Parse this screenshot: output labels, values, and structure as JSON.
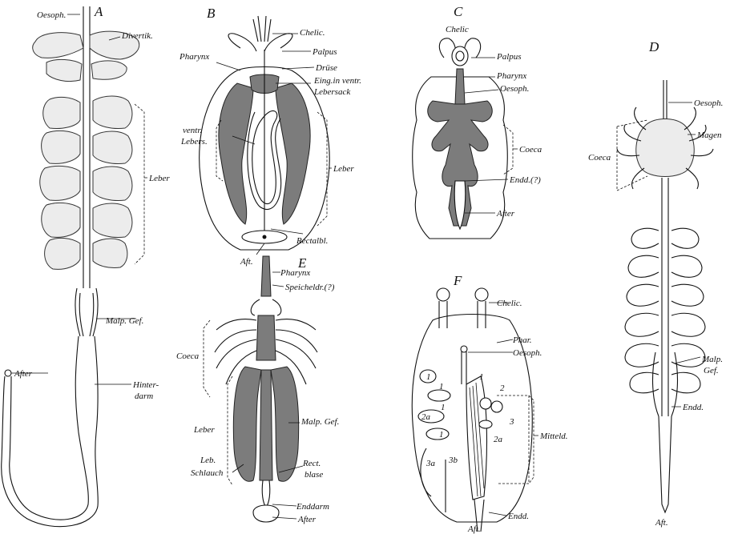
{
  "panels": {
    "A": {
      "letter": "A",
      "labels": {
        "oesoph": "Oesoph.",
        "divertik": "Divertik.",
        "leber": "Leber",
        "malp": "Malp. Gef.",
        "after": "After",
        "hinter1": "Hinter-",
        "hinter2": "darm"
      }
    },
    "B": {
      "letter": "B",
      "labels": {
        "chelic": "Chelic.",
        "palpus": "Palpus",
        "pharynx": "Pharynx",
        "druse": "Drüse",
        "eing1": "Eing.in ventr.",
        "eing2": "Lebersack",
        "ventr1": "ventr.",
        "ventr2": "Lebers.",
        "leber": "Leber",
        "aft": "Aft.",
        "rectalbl": "Rectalbl."
      }
    },
    "C": {
      "letter": "C",
      "labels": {
        "chelic": "Chelic",
        "palpus": "Palpus",
        "pharynx": "Pharynx",
        "oesoph": "Oesoph.",
        "coeca": "Coeca",
        "endd": "Endd.(?)",
        "after": "After"
      }
    },
    "D": {
      "letter": "D",
      "labels": {
        "oesoph": "Oesoph.",
        "coeca": "Coeca",
        "magen": "Magen",
        "malp1": "Malp.",
        "malp2": "Gef.",
        "endd": "Endd.",
        "aft": "Aft."
      }
    },
    "E": {
      "letter": "E",
      "labels": {
        "pharynx": "Pharynx",
        "speichel": "Speicheldr.(?)",
        "coeca": "Coeca",
        "leber": "Leber",
        "malp": "Malp. Gef.",
        "leb1": "Leb.",
        "leb2": "Schlauch",
        "rect1": "Rect.",
        "rect2": "blase",
        "enddarm": "Enddarm",
        "after": "After"
      }
    },
    "F": {
      "letter": "F",
      "labels": {
        "chelic": "Chelic.",
        "phar": "Phar.",
        "oesoph": "Oesoph.",
        "mitteld": "Mitteld.",
        "endd": "Endd.",
        "aft": "Aft.",
        "n1a": "1",
        "n1b": "1",
        "n2a": "2a",
        "n1c": "1",
        "n1d": "1",
        "n3a": "3a",
        "n3b": "3b",
        "n1e": "1",
        "n2b": "2",
        "n3c": "3",
        "n2c": "2a"
      }
    }
  }
}
